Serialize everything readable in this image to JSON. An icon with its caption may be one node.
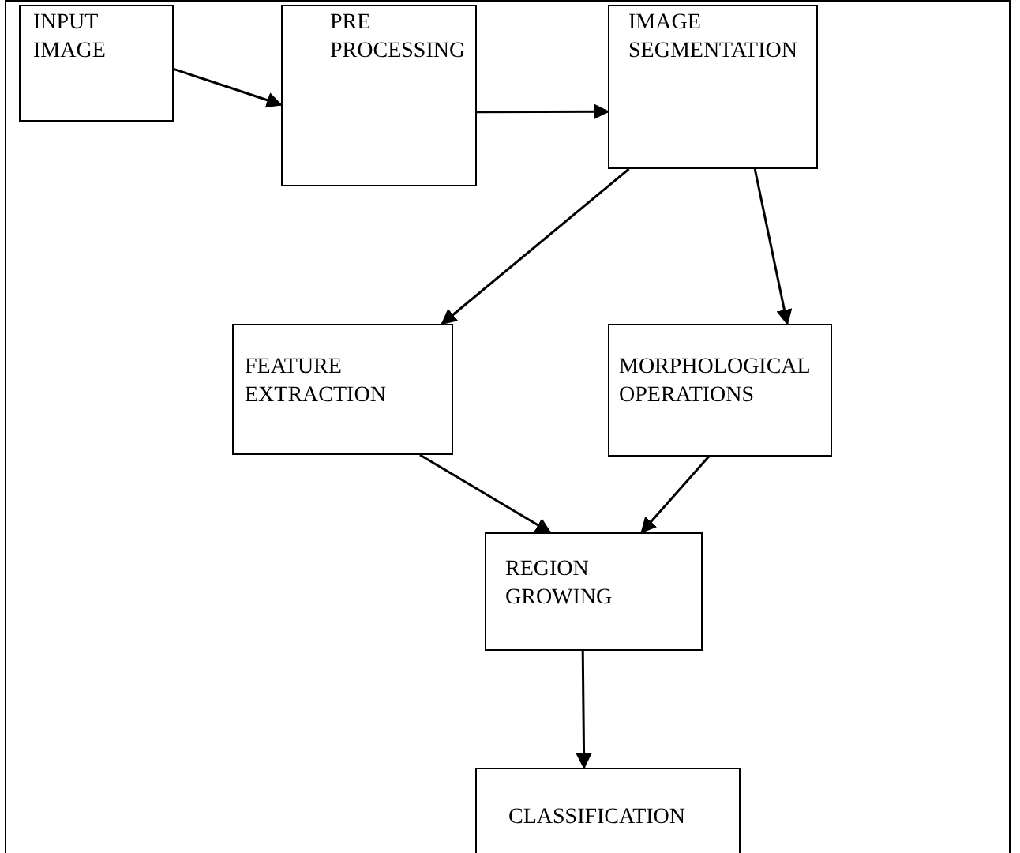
{
  "diagram": {
    "nodes": [
      {
        "text": [
          "INPUT IMAGE"
        ]
      },
      {
        "text": [
          "PRE PROCESSING"
        ]
      },
      {
        "text": [
          "IMAGE SEGMENTATION"
        ]
      },
      {
        "text": [
          "FEATURE EXTRACTION"
        ]
      },
      {
        "text": [
          "MORPHOLOGICAL OPERATIONS"
        ]
      },
      {
        "text": [
          "REGION GROWING"
        ]
      },
      {
        "text": [
          "CLASSIFICATION"
        ]
      }
    ],
    "edges": [
      {
        "from": 0,
        "to": 1,
        "arrow": "to"
      },
      {
        "from": 1,
        "to": 2,
        "arrow": "to"
      },
      {
        "from": 2,
        "to": 3,
        "arrow": "to"
      },
      {
        "from": 2,
        "to": 4,
        "arrow": "to"
      },
      {
        "from": 3,
        "to": 5,
        "arrow": "to"
      },
      {
        "from": 4,
        "to": 5,
        "arrow": "to"
      },
      {
        "from": 5,
        "to": 6,
        "arrow": "to"
      }
    ]
  }
}
